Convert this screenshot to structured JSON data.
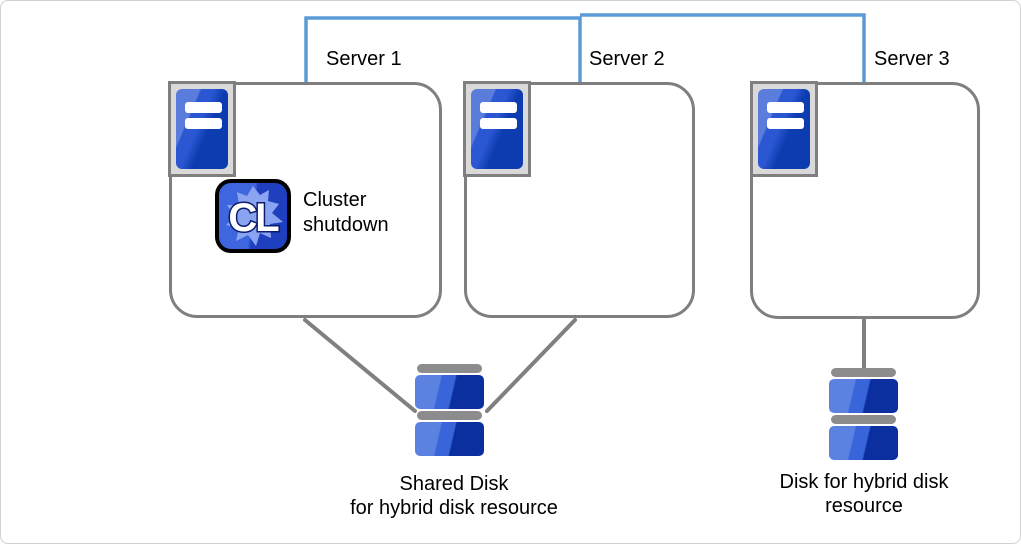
{
  "colors": {
    "connector-blue": "#5B9BD5",
    "connector-gray": "#808080",
    "box-border": "#7F7F7F",
    "frame-fill": "#D9D9D9",
    "frame-border": "#7F7F7F",
    "tower-blue": "#2B58D2",
    "tower-blue-dark": "#0D3BB0",
    "disk-blue": "#3866DA",
    "disk-blue-dark": "#0B2F9E",
    "disk-bar-gray": "#8C8C8C",
    "cl-border": "#000000",
    "cl-fill-left": "#3E66DF",
    "cl-fill-right": "#1E40BE",
    "cl-blob": "#8BA4F1",
    "cl-text-outline": "#0A1C6E",
    "text-color": "#000000",
    "canvas-border": "#D2D2D2"
  },
  "icons": {
    "server": "server-tower-icon",
    "disk": "disk-stack-icon",
    "cluster": "cl-app-icon"
  },
  "servers": [
    {
      "label": "Server 1"
    },
    {
      "label": "Server 2"
    },
    {
      "label": "Server 3"
    }
  ],
  "cluster_shutdown": {
    "icon_text": "CL",
    "lines": [
      "Cluster",
      "shutdown"
    ]
  },
  "disks": [
    {
      "lines": [
        "Shared Disk",
        "for hybrid disk resource"
      ]
    },
    {
      "lines": [
        "Disk for hybrid disk",
        "resource"
      ]
    }
  ]
}
